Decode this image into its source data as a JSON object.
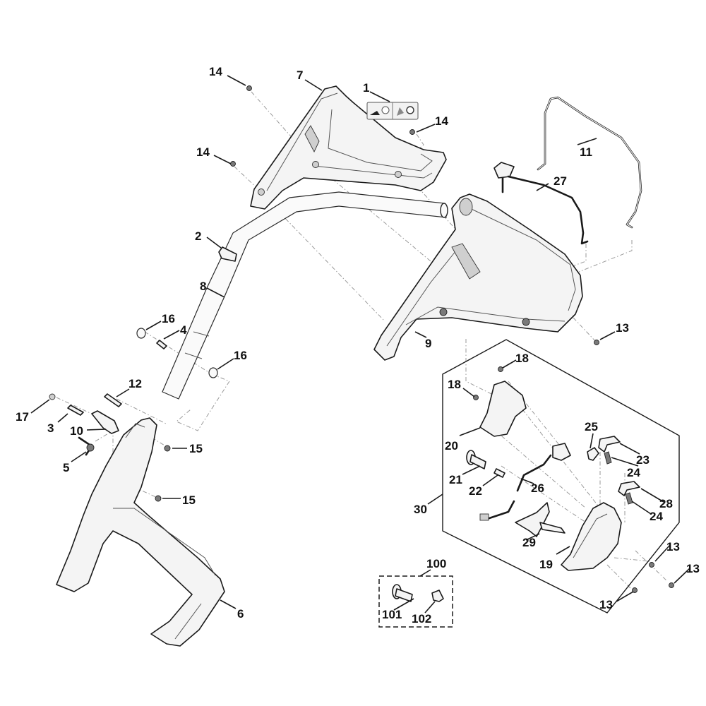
{
  "diagram": {
    "type": "exploded-parts-diagram",
    "subject": "mower handlebar assembly",
    "decal_part": {
      "number": "1",
      "icons": [
        "lever-pull-icon",
        "minus-circle-icon",
        "lever-release-icon",
        "rotate-circle-icon"
      ]
    },
    "assembly_groups": [
      {
        "number": "30",
        "style": "solid-outline",
        "contains": [
          "18",
          "19",
          "20",
          "21",
          "22",
          "23",
          "24",
          "25",
          "26",
          "28",
          "29"
        ]
      },
      {
        "number": "100",
        "style": "dashed-outline",
        "contains": [
          "101",
          "102"
        ]
      }
    ],
    "callouts": [
      {
        "id": "c14a",
        "label": "14"
      },
      {
        "id": "c7",
        "label": "7"
      },
      {
        "id": "c1",
        "label": "1"
      },
      {
        "id": "c14b",
        "label": "14"
      },
      {
        "id": "c14c",
        "label": "14"
      },
      {
        "id": "c11",
        "label": "11"
      },
      {
        "id": "c27",
        "label": "27"
      },
      {
        "id": "c2",
        "label": "2"
      },
      {
        "id": "c8",
        "label": "8"
      },
      {
        "id": "c9",
        "label": "9"
      },
      {
        "id": "c13a",
        "label": "13"
      },
      {
        "id": "c16a",
        "label": "16"
      },
      {
        "id": "c4",
        "label": "4"
      },
      {
        "id": "c16b",
        "label": "16"
      },
      {
        "id": "c12",
        "label": "12"
      },
      {
        "id": "c17",
        "label": "17"
      },
      {
        "id": "c3",
        "label": "3"
      },
      {
        "id": "c10",
        "label": "10"
      },
      {
        "id": "c5",
        "label": "5"
      },
      {
        "id": "c15a",
        "label": "15"
      },
      {
        "id": "c15b",
        "label": "15"
      },
      {
        "id": "c6",
        "label": "6"
      },
      {
        "id": "c18a",
        "label": "18"
      },
      {
        "id": "c18b",
        "label": "18"
      },
      {
        "id": "c20",
        "label": "20"
      },
      {
        "id": "c25",
        "label": "25"
      },
      {
        "id": "c23",
        "label": "23"
      },
      {
        "id": "c24a",
        "label": "24"
      },
      {
        "id": "c21",
        "label": "21"
      },
      {
        "id": "c22",
        "label": "22"
      },
      {
        "id": "c26",
        "label": "26"
      },
      {
        "id": "c28",
        "label": "28"
      },
      {
        "id": "c24b",
        "label": "24"
      },
      {
        "id": "c30",
        "label": "30"
      },
      {
        "id": "c29",
        "label": "29"
      },
      {
        "id": "c19",
        "label": "19"
      },
      {
        "id": "c13b",
        "label": "13"
      },
      {
        "id": "c13c",
        "label": "13"
      },
      {
        "id": "c13d",
        "label": "13"
      },
      {
        "id": "c100",
        "label": "100"
      },
      {
        "id": "c101",
        "label": "101"
      },
      {
        "id": "c102",
        "label": "102"
      }
    ]
  }
}
